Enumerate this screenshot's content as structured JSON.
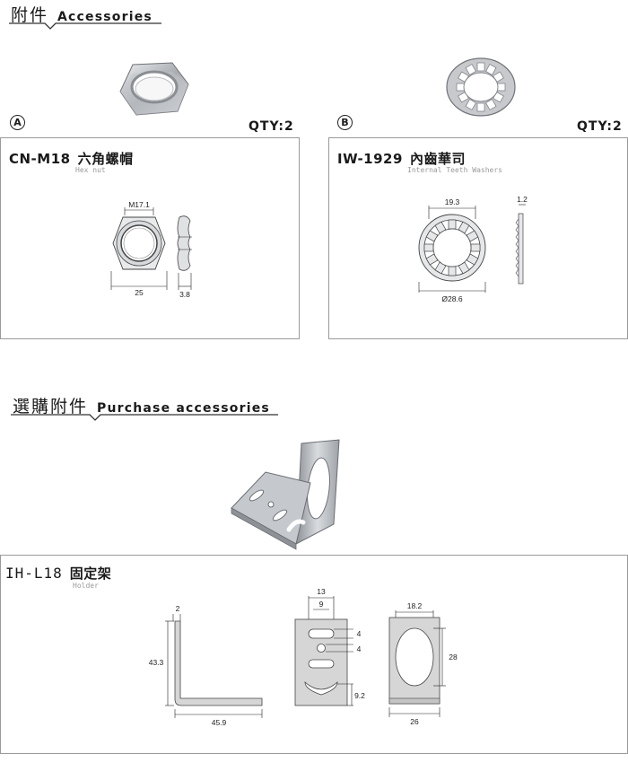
{
  "section1": {
    "title_zh": "附件",
    "title_en": "Accessories"
  },
  "section2": {
    "title_zh": "選購附件",
    "title_en": "Purchase accessories"
  },
  "item_a": {
    "marker": "A",
    "qty": "QTY:2",
    "model": "CN-M18",
    "name_zh": "六角螺帽",
    "name_en": "Hex nut",
    "dims": {
      "thread": "M17.1",
      "width": "25",
      "thickness": "3.8"
    }
  },
  "item_b": {
    "marker": "B",
    "qty": "QTY:2",
    "model": "IW-1929",
    "name_zh": "內齒華司",
    "name_en": "Internal Teeth Washers",
    "dims": {
      "inner": "19.3",
      "thickness": "1.2",
      "outer": "Ø28.6"
    }
  },
  "item_c": {
    "model": "IH-L18",
    "name_zh": "固定架",
    "name_en": "Holder",
    "dims": {
      "t": "2",
      "height": "43.3",
      "length": "45.9",
      "slot_w": "13",
      "slot_in": "9",
      "d1": "4",
      "d2": "4",
      "bottom": "9.2",
      "open_w": "18.2",
      "open_h": "28",
      "width": "26"
    }
  },
  "colors": {
    "border": "#9a9a9a",
    "steel": "#c9ccd0",
    "plate": "#d6d6d6"
  }
}
